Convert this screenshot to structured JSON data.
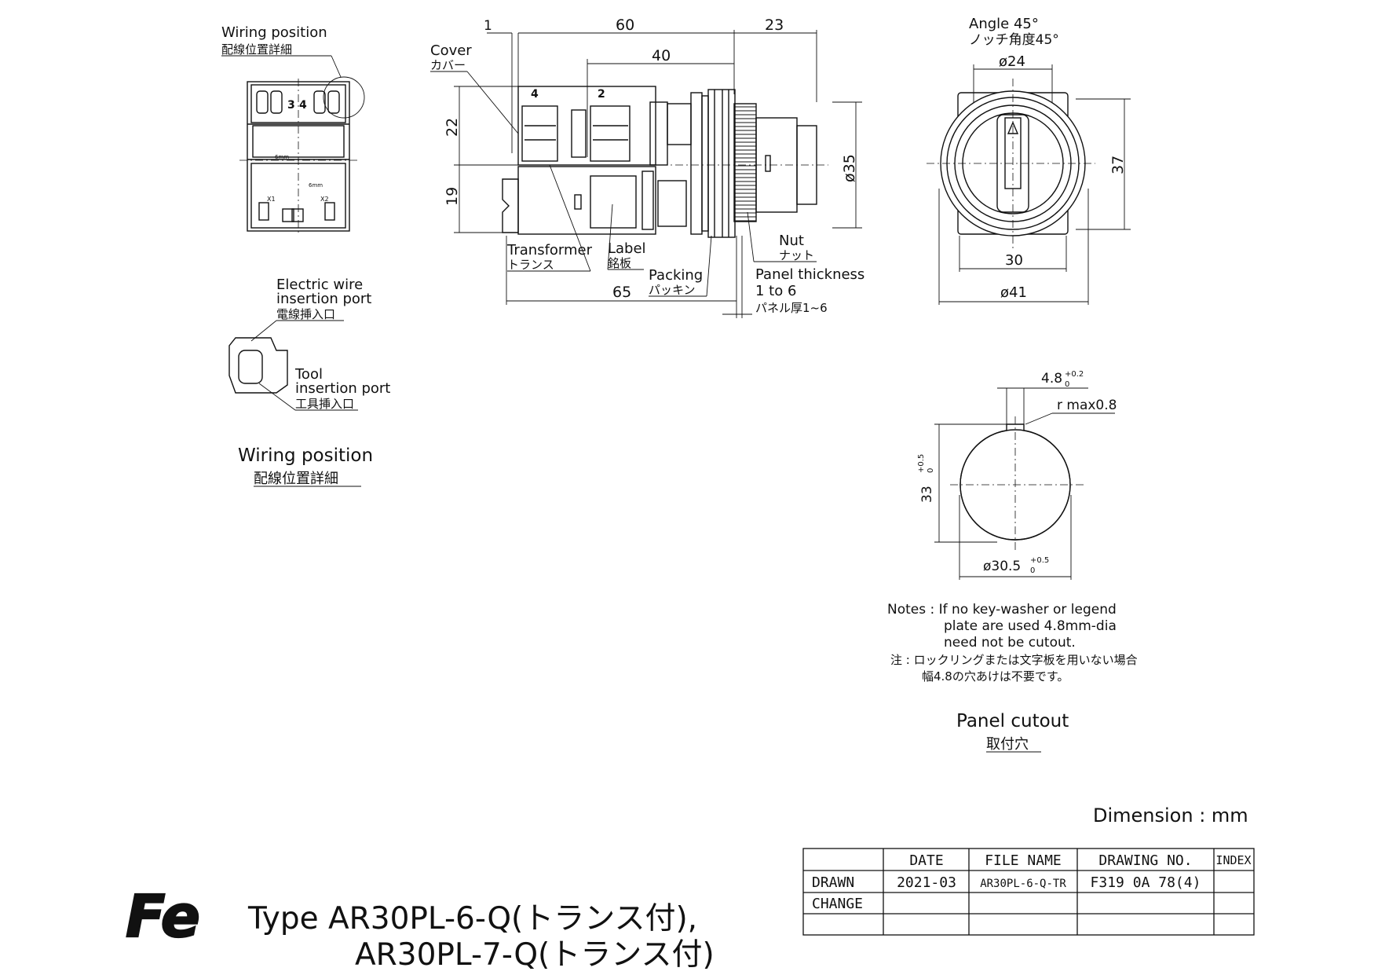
{
  "wiring_detail": {
    "title_en": "Wiring position",
    "title_jp": "配線位置詳細",
    "terminal_3": "3",
    "terminal_4": "4",
    "terminal_x1": "X1",
    "terminal_x2": "X2",
    "label_6mm_a": "6mm",
    "label_6mm_b": "6mm"
  },
  "port_detail": {
    "electric_wire_en_1": "Electric wire",
    "electric_wire_en_2": "insertion port",
    "electric_wire_jp": "電線挿入口",
    "tool_en_1": "Tool",
    "tool_en_2": "insertion port",
    "tool_jp": "工具挿入口"
  },
  "wiring_caption": {
    "en": "Wiring position",
    "jp": "配線位置詳細"
  },
  "side_view": {
    "dim_1": "1",
    "dim_60": "60",
    "dim_23": "23",
    "dim_40": "40",
    "dim_22": "22",
    "dim_19": "19",
    "dim_35": "ø35",
    "dim_65": "65",
    "cover_en": "Cover",
    "cover_jp": "カバー",
    "terminal_4": "4",
    "terminal_2": "2",
    "transformer_en": "Transformer",
    "transformer_jp": "トランス",
    "label_en": "Label",
    "label_jp": "銘板",
    "packing_en": "Packing",
    "packing_jp": "パッキン",
    "nut_en": "Nut",
    "nut_jp": "ナット",
    "panel_en_1": "Panel thickness",
    "panel_en_2": "1 to 6",
    "panel_jp": "パネル厚1~6"
  },
  "front_view": {
    "angle_en": "Angle 45°",
    "angle_jp": "ノッチ角度45°",
    "dim_24": "ø24",
    "dim_37": "37",
    "dim_30": "30",
    "dim_41": "ø41"
  },
  "cutout": {
    "dim_48": "4.8",
    "dim_48_tol_up": "+0.2",
    "dim_48_tol_lo": "0",
    "r_max": "r max0.8",
    "dim_33": "33",
    "dim_33_tol_up": "+0.5",
    "dim_33_tol_lo": "0",
    "dim_305": "ø30.5",
    "dim_305_tol_up": "+0.5",
    "dim_305_tol_lo": "0",
    "caption_en": "Panel cutout",
    "caption_jp": "取付穴"
  },
  "notes": {
    "en_1": "Notes : If no key-washer or legend",
    "en_2": "plate are used 4.8mm-dia",
    "en_3": "need not be cutout.",
    "jp_1": "注 : ロックリングまたは文字板を用いない場合",
    "jp_2": "幅4.8の穴あけは不要です。"
  },
  "dimension_unit": "Dimension : mm",
  "title_block": {
    "headers": [
      "",
      "DATE",
      "FILE NAME",
      "DRAWING NO.",
      "INDEX"
    ],
    "rows": [
      [
        "DRAWN",
        "2021-03",
        "AR30PL-6-Q-TR",
        "F319 0A 78(4)",
        ""
      ],
      [
        "CHANGE",
        "",
        "",
        "",
        ""
      ],
      [
        "",
        "",
        "",
        "",
        ""
      ]
    ]
  },
  "product": {
    "logo": "Fe",
    "line_1": "Type  AR30PL-6-Q(トランス付),",
    "line_2": "AR30PL-7-Q(トランス付)"
  }
}
